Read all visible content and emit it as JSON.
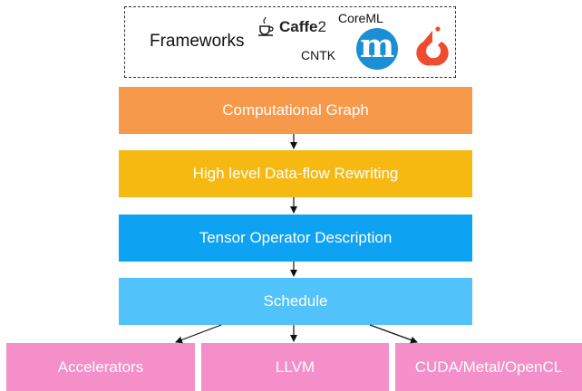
{
  "frameworks": {
    "label": "Frameworks",
    "caffe2_bold": "Caffe",
    "caffe2_num": "2",
    "coreml": "CoreML",
    "cntk": "CNTK",
    "mxnet_glyph": "m",
    "icons": [
      "caffe2-cup-icon",
      "mxnet-logo-icon",
      "pytorch-flame-icon"
    ]
  },
  "stack": {
    "computational_graph": "Computational Graph",
    "dataflow_rewriting": "High level Data-flow Rewriting",
    "tensor_operator": "Tensor Operator Description",
    "schedule": "Schedule"
  },
  "targets": [
    "Accelerators",
    "LLVM",
    "CUDA/Metal/OpenCL"
  ],
  "colors": {
    "computational_graph": "#f7994a",
    "dataflow_rewriting": "#f6b912",
    "tensor_operator": "#0ea2f2",
    "schedule": "#52c2fa",
    "targets": "#f48fc9",
    "mxnet": "#1a8fd4",
    "pytorch": "#ee4c2c"
  }
}
